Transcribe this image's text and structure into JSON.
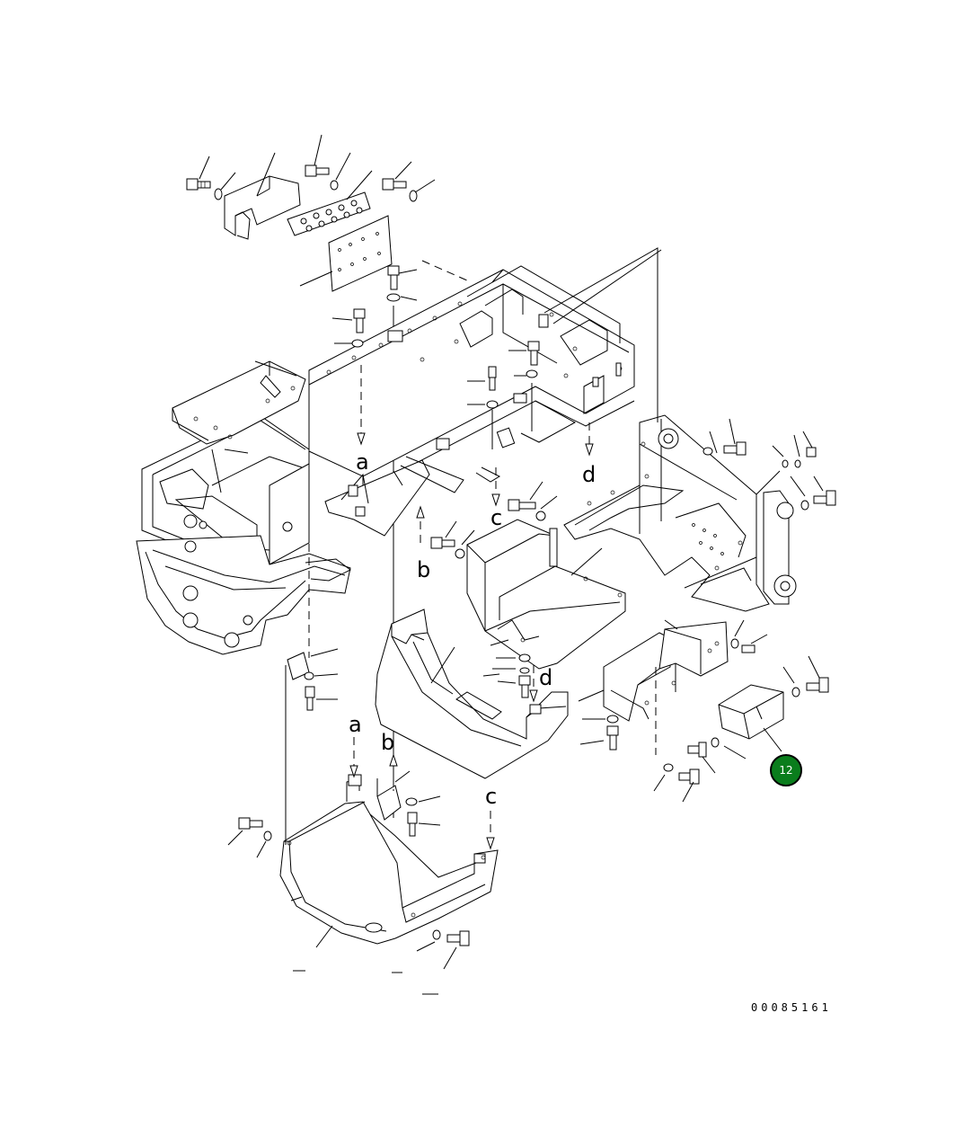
{
  "callout": {
    "label": "12",
    "color": "#0a7d1c"
  },
  "drawing_number": "00085161",
  "reference_letters": {
    "a_upper": "a",
    "b_upper": "b",
    "c_upper": "c",
    "d_upper": "d",
    "a_lower": "a",
    "b_lower": "b",
    "c_lower": "c",
    "d_lower": "d"
  }
}
